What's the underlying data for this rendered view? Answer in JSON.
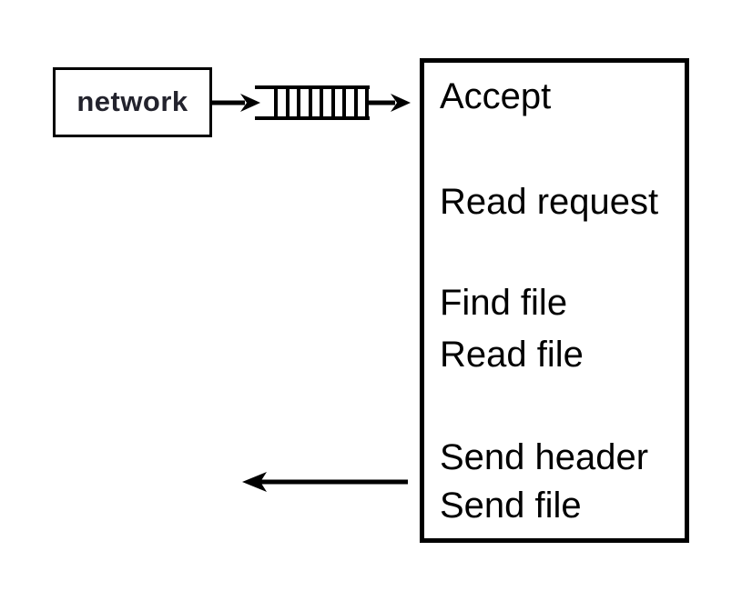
{
  "diagram": {
    "network_box": {
      "label": "network"
    },
    "queue": {
      "cell_count": 9
    },
    "server_box": {
      "steps": [
        "Accept",
        "Read request",
        "Find file",
        "Read file",
        "Send header",
        "Send file"
      ]
    },
    "icons": {
      "queue_icon": "request-queue",
      "incoming_arrows": "arrow-right",
      "response_arrow": "arrow-left"
    },
    "colors": {
      "line": "#000000",
      "background": "#ffffff",
      "network_label_text": "#23232d",
      "step_text": "#000000"
    }
  }
}
